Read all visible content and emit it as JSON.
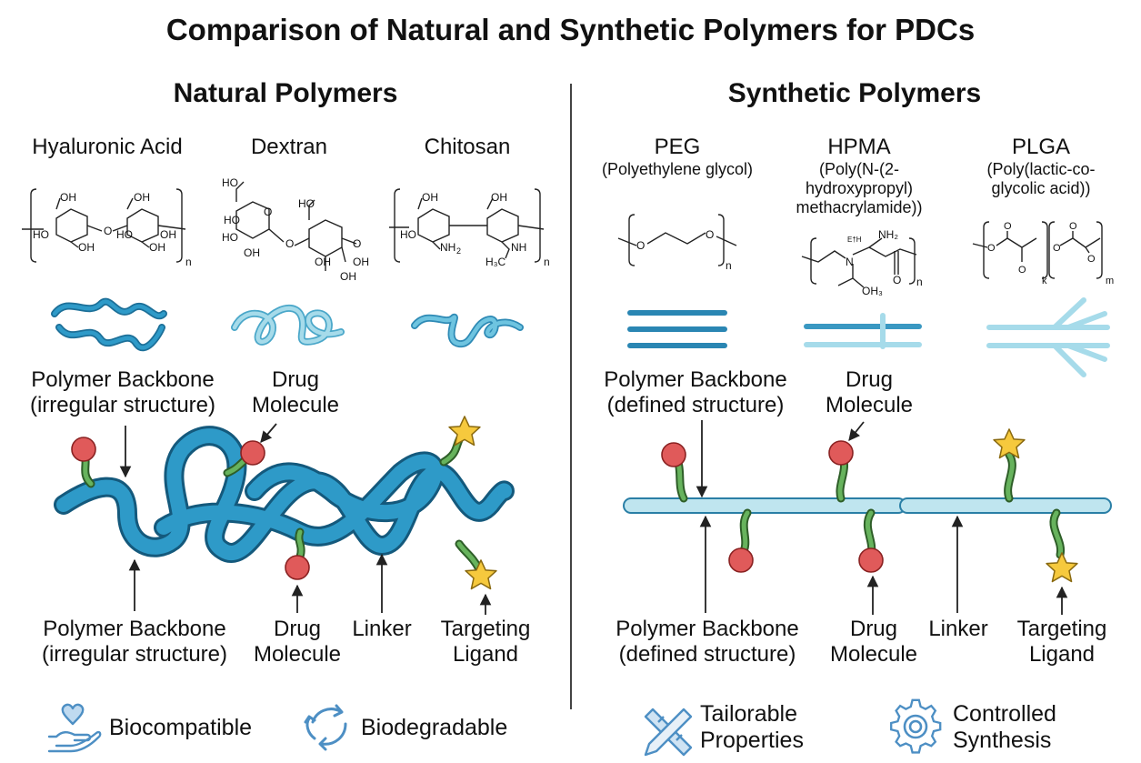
{
  "title": "Comparison of Natural and Synthetic Polymers for PDCs",
  "natural": {
    "heading": "Natural Polymers",
    "polymers": [
      {
        "name": "Hyaluronic Acid"
      },
      {
        "name": "Dextran"
      },
      {
        "name": "Chitosan"
      }
    ],
    "labels": {
      "backbone_top_1": "Polymer Backbone",
      "backbone_top_2": "(irregular structure)",
      "drug_top_1": "Drug",
      "drug_top_2": "Molecule",
      "backbone_bottom_1": "Polymer Backbone",
      "backbone_bottom_2": "(irregular structure)",
      "drug_bottom_1": "Drug",
      "drug_bottom_2": "Molecule",
      "linker": "Linker",
      "ligand_1": "Targeting",
      "ligand_2": "Ligand"
    },
    "features": [
      {
        "label": "Biocompatible",
        "icon": "heart-hand-icon"
      },
      {
        "label": "Biodegradable",
        "icon": "recycle-icon"
      }
    ]
  },
  "synthetic": {
    "heading": "Synthetic Polymers",
    "polymers": [
      {
        "name": "PEG",
        "sub": [
          "(Polyethylene glycol)"
        ]
      },
      {
        "name": "HPMA",
        "sub": [
          "(Poly(N-(2-",
          "hydroxypropyl)",
          "methacrylamide))"
        ]
      },
      {
        "name": "PLGA",
        "sub": [
          "(Poly(lactic-co-",
          "glycolic acid))"
        ]
      }
    ],
    "labels": {
      "backbone_top_1": "Polymer Backbone",
      "backbone_top_2": "(defined structure)",
      "drug_top_1": "Drug",
      "drug_top_2": "Molecule",
      "backbone_bottom_1": "Polymer Backbone",
      "backbone_bottom_2": "(defined structure)",
      "drug_bottom_1": "Drug",
      "drug_bottom_2": "Molecule",
      "linker": "Linker",
      "ligand_1": "Targeting",
      "ligand_2": "Ligand"
    },
    "features": [
      {
        "label_1": "Tailorable",
        "label_2": "Properties",
        "icon": "ruler-pencil-icon"
      },
      {
        "label_1": "Controlled",
        "label_2": "Synthesis",
        "icon": "gear-icon"
      }
    ]
  },
  "chem": {
    "ha": {
      "oh": "OH",
      "o": "O",
      "ho": "HO",
      "n": "n"
    },
    "dextran": {
      "ho": "HO",
      "oh": "OH",
      "o": "O"
    },
    "chitosan": {
      "oh": "OH",
      "ho": "HO",
      "nh2": "NH",
      "nh": "NH",
      "h3c": "H₃C",
      "n": "n"
    },
    "peg": {
      "o": "O",
      "n": "n"
    },
    "hpma": {
      "nh2": "NH₂",
      "n_atom": "N",
      "eh": "E†H",
      "o": "O",
      "oh3": "OH₃",
      "n": "n"
    },
    "plga": {
      "o": "O",
      "k": "k",
      "m": "m"
    }
  },
  "colors": {
    "natural_backbone": "#2e9ac8",
    "synthetic_backbone": "#bfe5ef",
    "drug": "#e05a5a",
    "linker": "#67b35d",
    "ligand": "#f6c93d",
    "icon": "#4d8fc4"
  }
}
